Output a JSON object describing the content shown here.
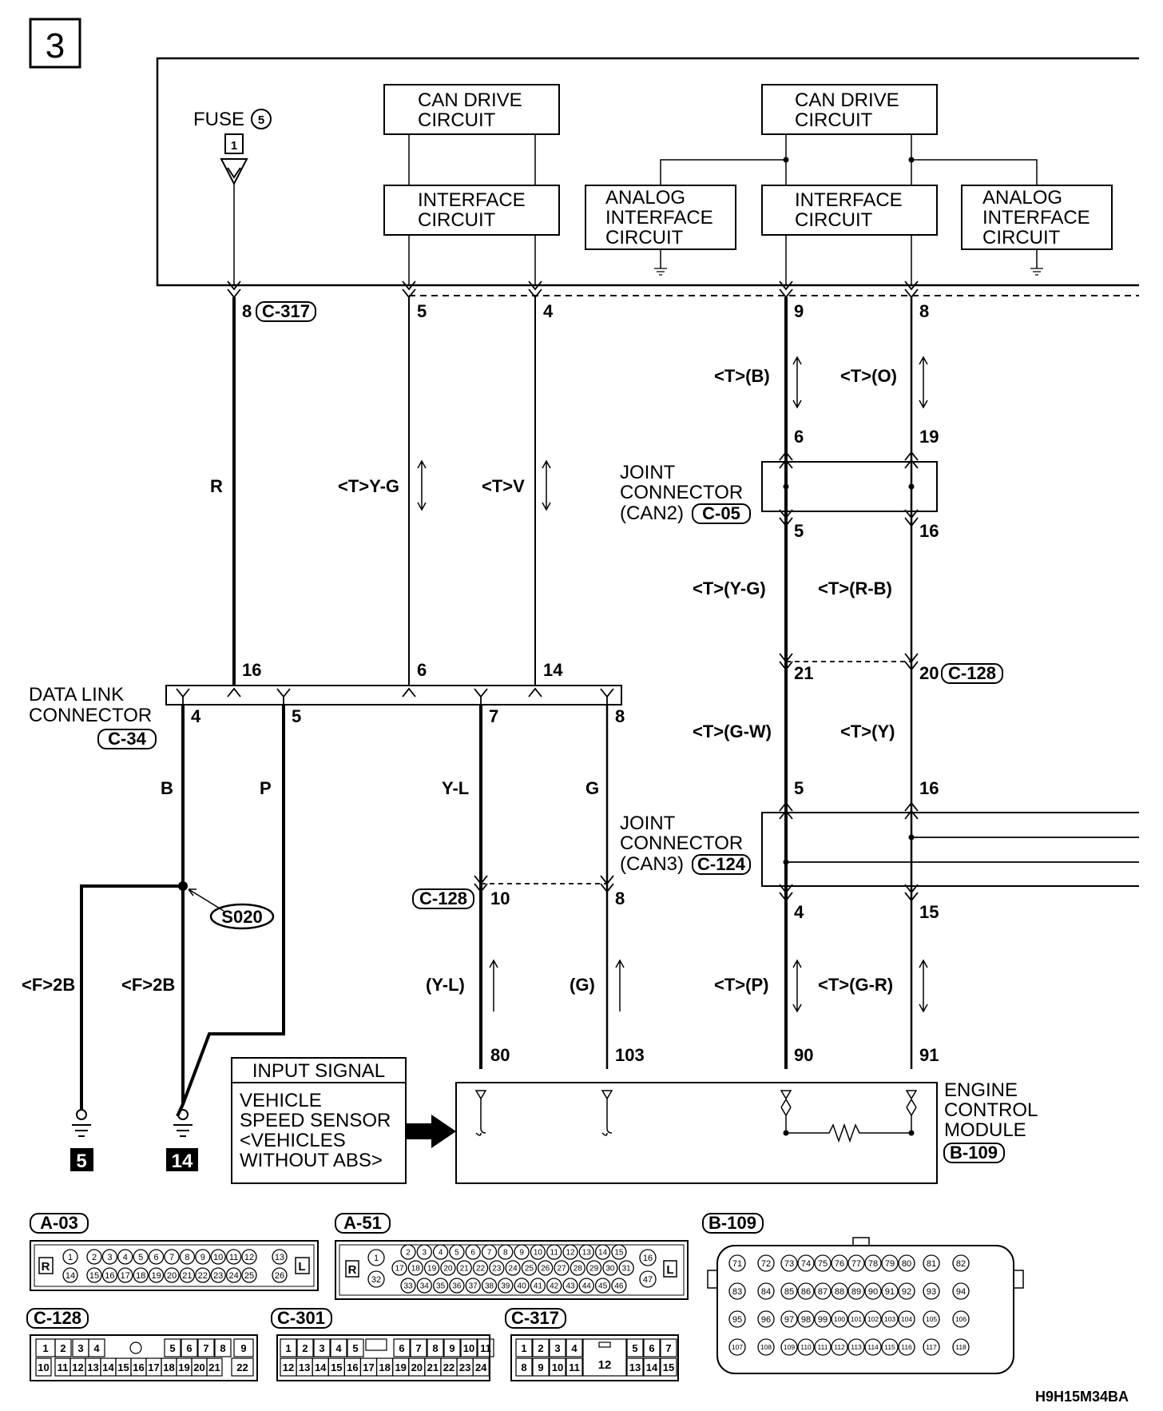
{
  "page_number": "3",
  "fuse": {
    "label": "FUSE",
    "number": "5",
    "box_no": "1"
  },
  "blocks": {
    "can_drive_1": [
      "CAN DRIVE",
      "CIRCUIT"
    ],
    "can_drive_2": [
      "CAN DRIVE",
      "CIRCUIT"
    ],
    "interface_1": [
      "INTERFACE",
      "CIRCUIT"
    ],
    "interface_2": [
      "INTERFACE",
      "CIRCUIT"
    ],
    "analog_1": [
      "ANALOG",
      "INTERFACE",
      "CIRCUIT"
    ],
    "analog_2": [
      "ANALOG",
      "INTERFACE",
      "CIRCUIT"
    ]
  },
  "connectors": {
    "c317": "C-317",
    "c05": "C-05",
    "c128": "C-128",
    "c124": "C-124",
    "c34": "C-34",
    "b109": "B-109"
  },
  "pins": {
    "top": [
      "8",
      "5",
      "4",
      "9",
      "8"
    ],
    "jc2_in": [
      "6",
      "19"
    ],
    "jc2_out": [
      "5",
      "16"
    ],
    "c128_can": [
      "21",
      "20"
    ],
    "jc3_in": [
      "5",
      "16"
    ],
    "jc3_out": [
      "4",
      "15"
    ],
    "dlc_top": [
      "16",
      "6",
      "14"
    ],
    "dlc_bottom": [
      "4",
      "5",
      "7",
      "8"
    ],
    "c128_left": [
      "10",
      "8"
    ],
    "ecm": [
      "80",
      "103",
      "90",
      "91"
    ]
  },
  "wires": {
    "r": "R",
    "ty_g": "<T>Y-G",
    "tv": "<T>V",
    "tb_can": "<T>(B)",
    "to_can": "<T>(O)",
    "tyg_can": "<T>(Y-G)",
    "trb_can": "<T>(R-B)",
    "tgw_can": "<T>(G-W)",
    "ty_can": "<T>(Y)",
    "b": "B",
    "p": "P",
    "yl": "Y-L",
    "g": "G",
    "yl_p": "(Y-L)",
    "g_p": "(G)",
    "tp_can": "<T>(P)",
    "tgr_can": "<T>(G-R)",
    "f2b_1": "<F>2B",
    "f2b_2": "<F>2B"
  },
  "labels": {
    "jc2": [
      "JOINT",
      "CONNECTOR",
      "(CAN2)"
    ],
    "jc3": [
      "JOINT",
      "CONNECTOR",
      "(CAN3)"
    ],
    "dlc": [
      "DATA LINK",
      "CONNECTOR"
    ],
    "splice": "S020",
    "ground_1": "5",
    "ground_2": "14",
    "input_signal": "INPUT SIGNAL",
    "input_desc": [
      "VEHICLE",
      "SPEED SENSOR",
      "<VEHICLES",
      "WITHOUT ABS>"
    ],
    "ecm": [
      "ENGINE",
      "CONTROL",
      "MODULE"
    ],
    "diagram_code": "H9H15M34BA"
  },
  "connector_views": {
    "a03": {
      "name": "A-03",
      "side_left": "R",
      "side_right": "L",
      "row1": [
        "1",
        "2",
        "3",
        "4",
        "5",
        "6",
        "7",
        "8",
        "9",
        "10",
        "11",
        "12",
        "13"
      ],
      "row2": [
        "14",
        "15",
        "16",
        "17",
        "18",
        "19",
        "20",
        "21",
        "22",
        "23",
        "24",
        "25",
        "26"
      ]
    },
    "a51": {
      "name": "A-51",
      "side_left": "R",
      "side_right": "L",
      "left": [
        "1",
        "32"
      ],
      "row1": [
        "2",
        "3",
        "4",
        "5",
        "6",
        "7",
        "8",
        "9",
        "10",
        "11",
        "12",
        "13",
        "14",
        "15"
      ],
      "row2": [
        "17",
        "18",
        "19",
        "20",
        "21",
        "22",
        "23",
        "24",
        "25",
        "26",
        "27",
        "28",
        "29",
        "30",
        "31"
      ],
      "row3": [
        "33",
        "34",
        "35",
        "36",
        "37",
        "38",
        "39",
        "40",
        "41",
        "42",
        "43",
        "44",
        "45",
        "46"
      ],
      "right": [
        "16",
        "47"
      ]
    },
    "b109": {
      "name": "B-109",
      "row1": [
        "71",
        "72",
        "73",
        "74",
        "75",
        "76",
        "77",
        "78",
        "79",
        "80",
        "81",
        "82"
      ],
      "row2": [
        "83",
        "84",
        "85",
        "86",
        "87",
        "88",
        "89",
        "90",
        "91",
        "92",
        "93",
        "94"
      ],
      "row3": [
        "95",
        "96",
        "97",
        "98",
        "99",
        "100",
        "101",
        "102",
        "103",
        "104",
        "105",
        "106"
      ],
      "row4": [
        "107",
        "108",
        "109",
        "110",
        "111",
        "112",
        "113",
        "114",
        "115",
        "116",
        "117",
        "118"
      ]
    },
    "c128": {
      "name": "C-128",
      "row1": [
        "1",
        "2",
        "3",
        "4",
        "5",
        "6",
        "7",
        "8",
        "9"
      ],
      "row2": [
        "10",
        "11",
        "12",
        "13",
        "14",
        "15",
        "16",
        "17",
        "18",
        "19",
        "20",
        "21",
        "22"
      ]
    },
    "c301": {
      "name": "C-301",
      "row1": [
        "1",
        "2",
        "3",
        "4",
        "5",
        "6",
        "7",
        "8",
        "9",
        "10",
        "11"
      ],
      "row2": [
        "12",
        "13",
        "14",
        "15",
        "16",
        "17",
        "18",
        "19",
        "20",
        "21",
        "22",
        "23",
        "24"
      ]
    },
    "c317": {
      "name": "C-317",
      "row1": [
        "1",
        "2",
        "3",
        "4",
        "5",
        "6",
        "7"
      ],
      "center": "12",
      "row2": [
        "8",
        "9",
        "10",
        "11",
        "13",
        "14",
        "15"
      ]
    }
  }
}
